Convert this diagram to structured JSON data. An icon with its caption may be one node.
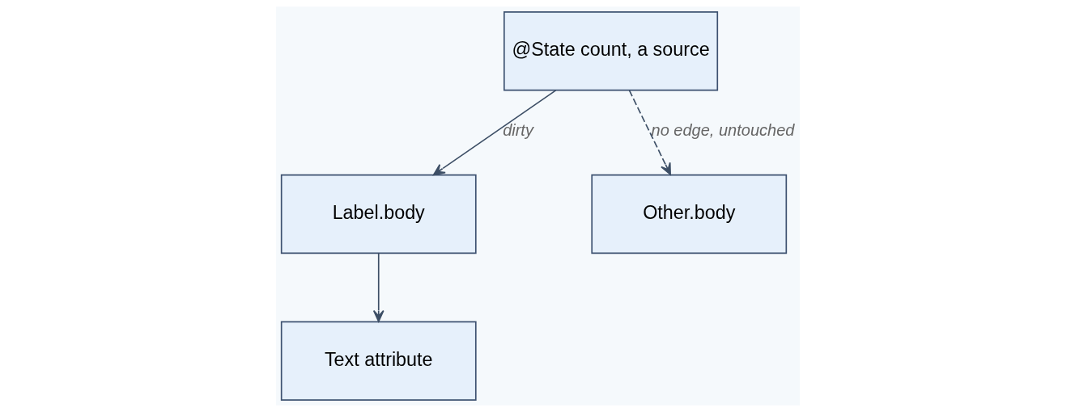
{
  "diagram": {
    "nodes": [
      {
        "text": [
          "@State count, a source"
        ]
      },
      {
        "text": [
          "Label.body"
        ]
      },
      {
        "text": [
          "Other.body"
        ]
      },
      {
        "text": [
          "Text attribute"
        ]
      }
    ],
    "edges": [
      {
        "from": 0,
        "to": 1,
        "arrow": "to",
        "label": "dirty"
      },
      {
        "from": 0,
        "to": 2,
        "arrow": "to",
        "label": "no edge, untouched",
        "style": "dashed"
      },
      {
        "from": 1,
        "to": 3,
        "arrow": "to"
      }
    ]
  }
}
